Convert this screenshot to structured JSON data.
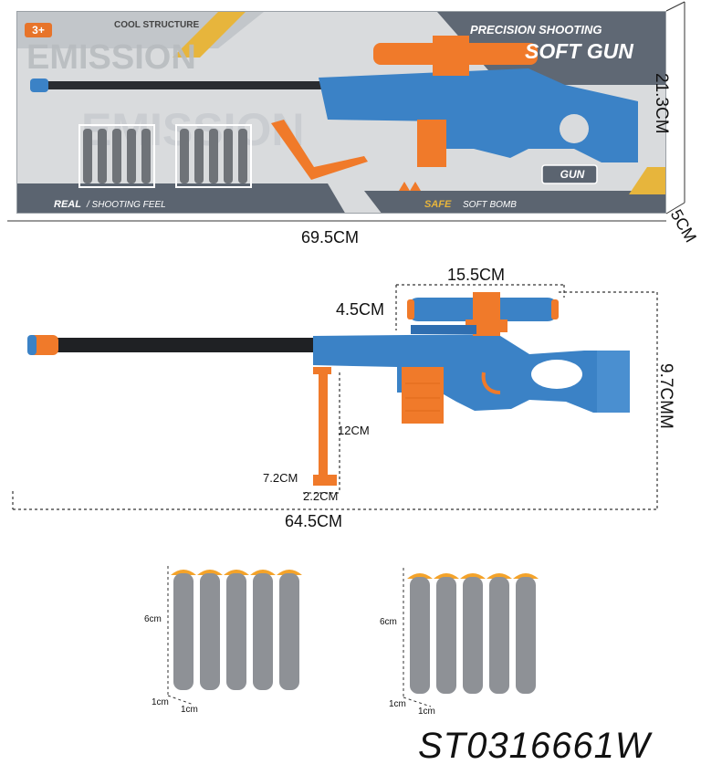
{
  "box": {
    "age_badge": "3+",
    "cool_structure": "COOL STRUCTURE",
    "emission_word": "EMISSION",
    "headline_top": "PRECISION SHOOTING",
    "headline_main": "SOFT GUN",
    "gun_badge": "GUN",
    "real_label": "REAL",
    "real_tail": "/ SHOOTING FEEL",
    "safe_label": "SAFE",
    "safe_tail": "SOFT BOMB"
  },
  "dimensions": {
    "box_height": "21.3CM",
    "box_depth": "5CM",
    "box_width": "69.5CM",
    "scope_width": "15.5CM",
    "scope_height": "4.5CM",
    "gun_height": "9.7CMM",
    "bipod_height": "12CM",
    "bipod_foot_width": "7.2CM",
    "bipod_foot_depth": "2.2CM",
    "gun_length": "64.5CM"
  },
  "darts_left": {
    "height": "6cm",
    "width": "1cm",
    "depth": "1cm"
  },
  "darts_right": {
    "height": "6cm",
    "width": "1cm",
    "depth": "1cm"
  },
  "product_code": "ST0316661W",
  "colors": {
    "blue": "#3b82c6",
    "orange": "#f07a2a",
    "gray_dart": "#8e9196",
    "box_bg": "#d7d9db",
    "box_dark": "#5b6470",
    "gold": "#e7b53c"
  }
}
